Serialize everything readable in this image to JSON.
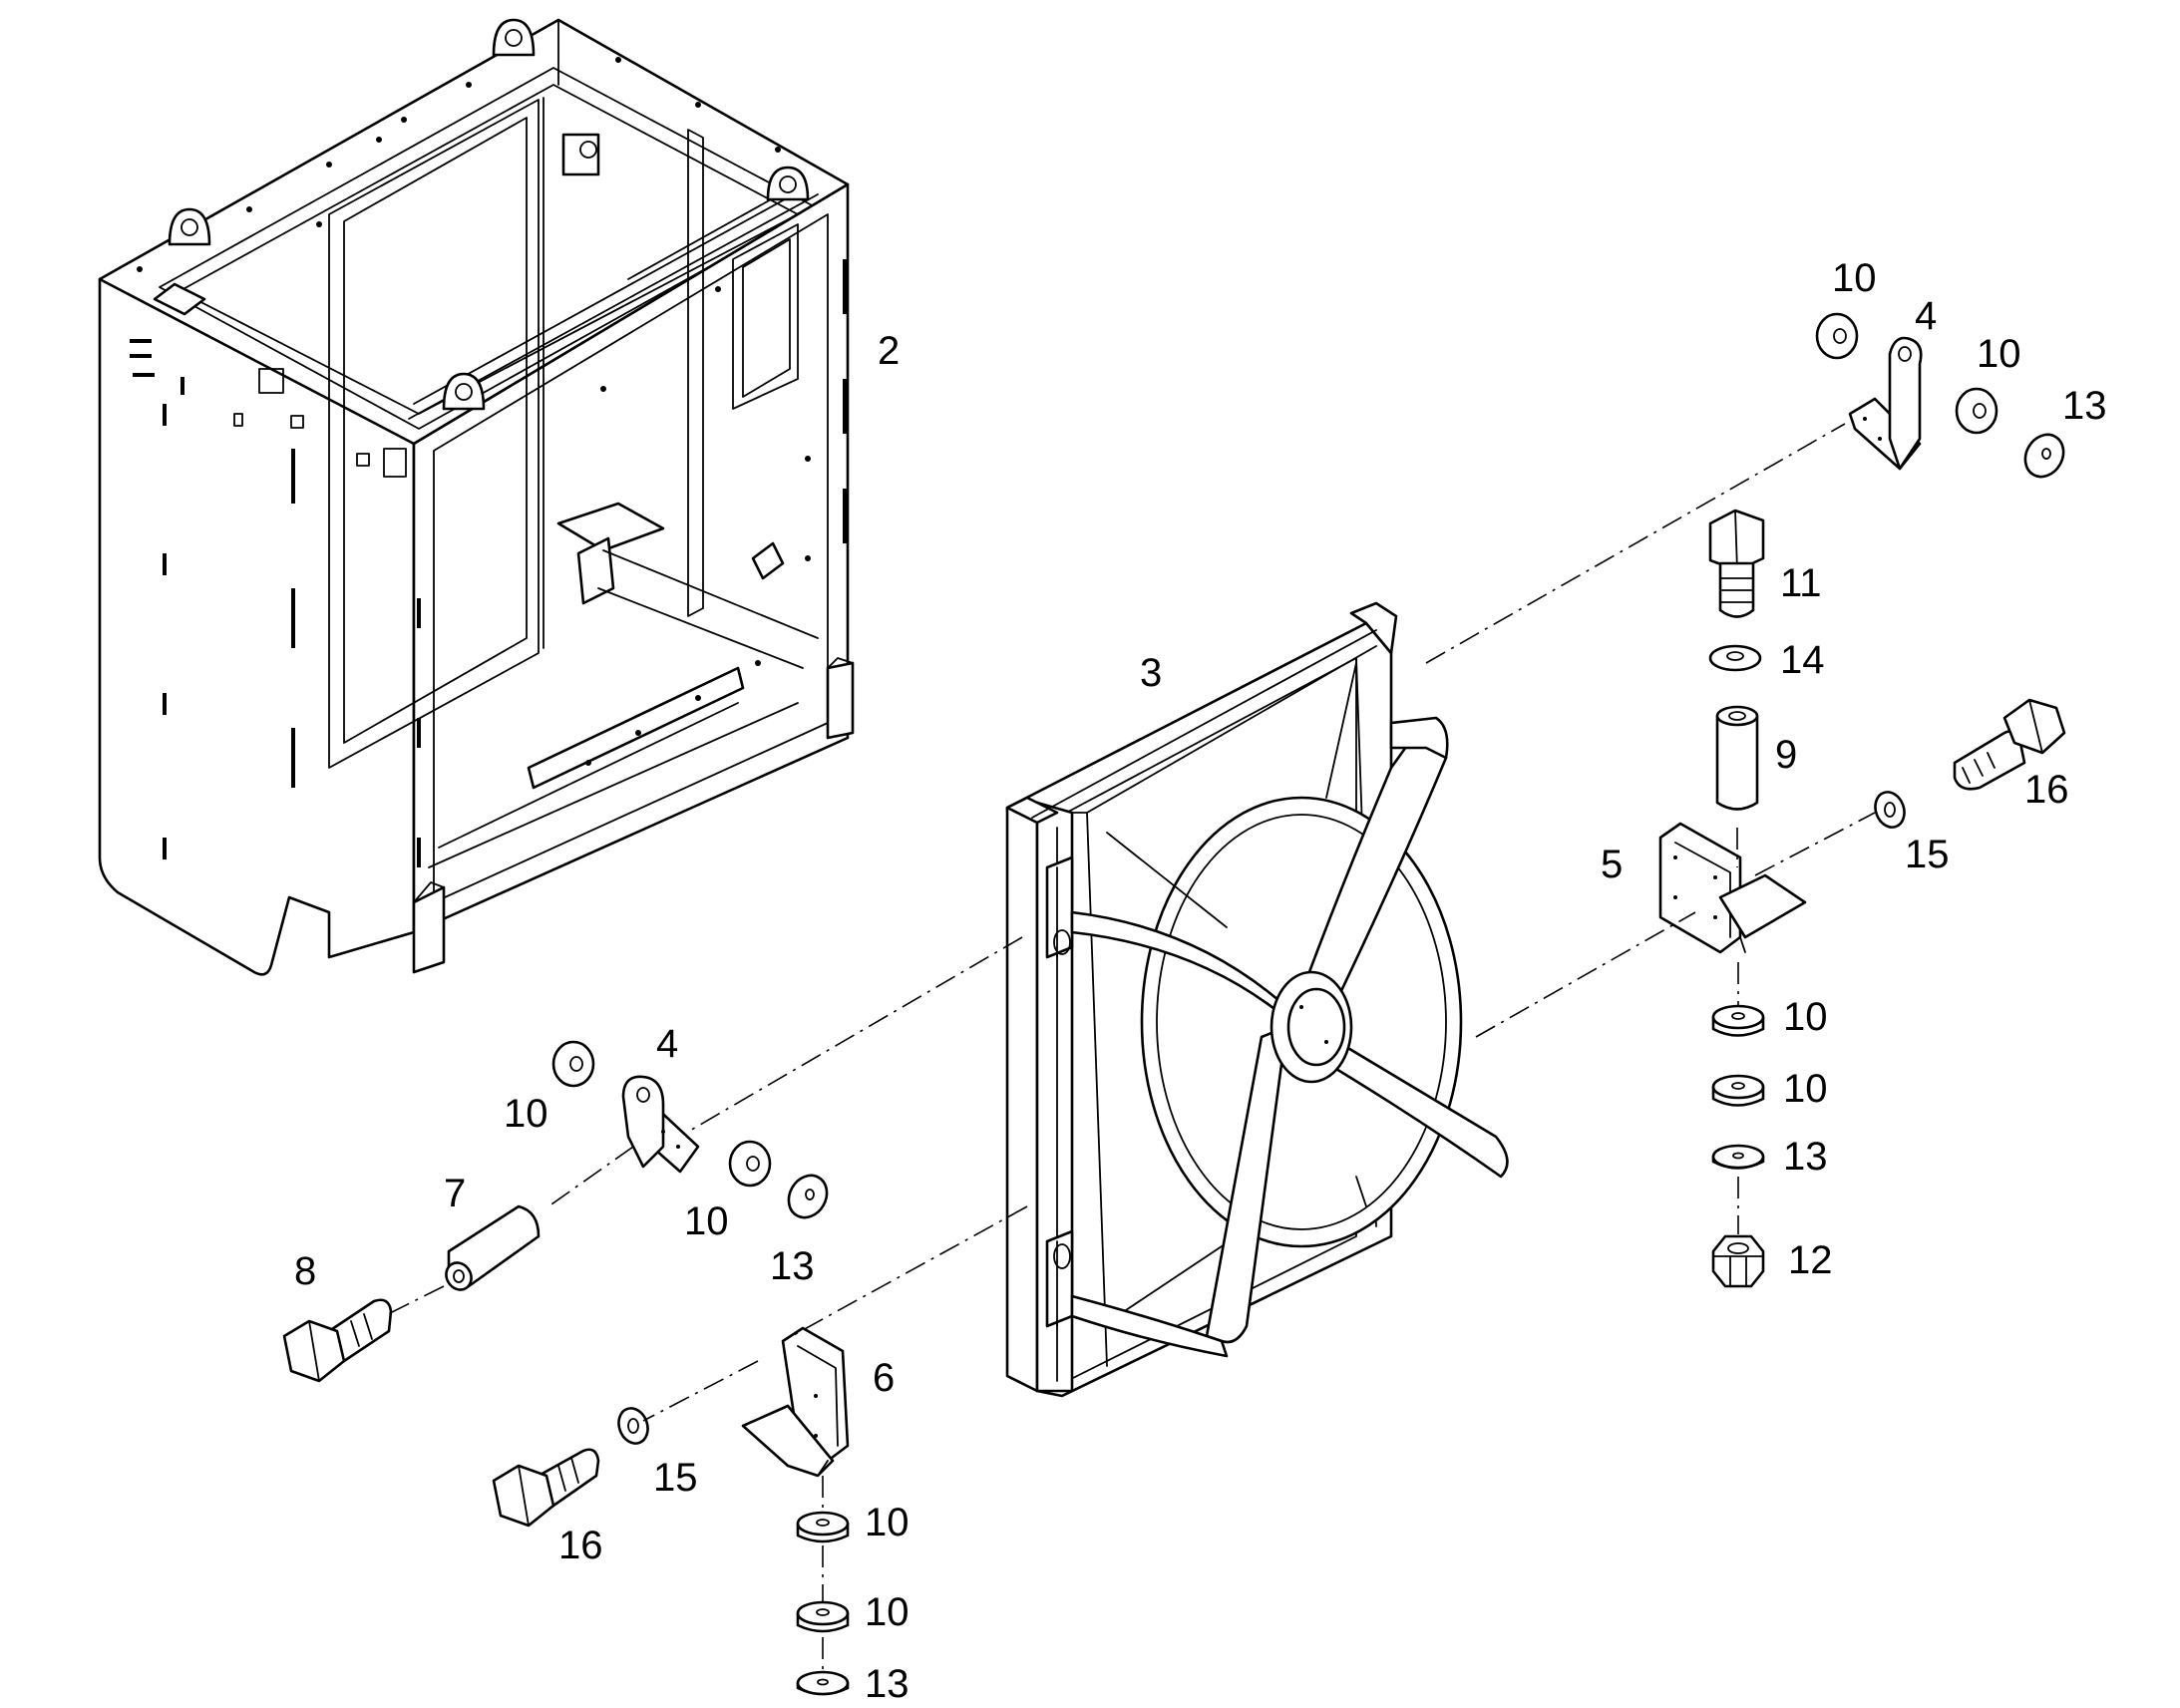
{
  "callouts": [
    {
      "id": "frame",
      "label": "2"
    },
    {
      "id": "radiator-fan-assembly",
      "label": "3"
    },
    {
      "id": "bracket-upper-right",
      "label": "4"
    },
    {
      "id": "bracket-upper-left",
      "label": "4"
    },
    {
      "id": "mount-right",
      "label": "5"
    },
    {
      "id": "mount-left",
      "label": "6"
    },
    {
      "id": "spacer-left",
      "label": "7"
    },
    {
      "id": "bolt-left",
      "label": "8"
    },
    {
      "id": "sleeve-right",
      "label": "9"
    },
    {
      "id": "washer-top-a",
      "label": "10"
    },
    {
      "id": "washer-top-b",
      "label": "10"
    },
    {
      "id": "washer-left-a",
      "label": "10"
    },
    {
      "id": "washer-left-b",
      "label": "10"
    },
    {
      "id": "washer-right-a",
      "label": "10"
    },
    {
      "id": "washer-right-b",
      "label": "10"
    },
    {
      "id": "washer-bottom-a",
      "label": "10"
    },
    {
      "id": "washer-bottom-b",
      "label": "10"
    },
    {
      "id": "bolt-right-vertical",
      "label": "11"
    },
    {
      "id": "nut-right",
      "label": "12"
    },
    {
      "id": "washer-thin-top",
      "label": "13"
    },
    {
      "id": "washer-thin-left",
      "label": "13"
    },
    {
      "id": "washer-thin-right",
      "label": "13"
    },
    {
      "id": "washer-thin-bottom",
      "label": "13"
    },
    {
      "id": "lock-washer-right",
      "label": "14"
    },
    {
      "id": "lock-washer-right-horizontal",
      "label": "15"
    },
    {
      "id": "lock-washer-left",
      "label": "15"
    },
    {
      "id": "bolt-right-horizontal",
      "label": "16"
    },
    {
      "id": "bolt-left-horizontal",
      "label": "16"
    }
  ]
}
